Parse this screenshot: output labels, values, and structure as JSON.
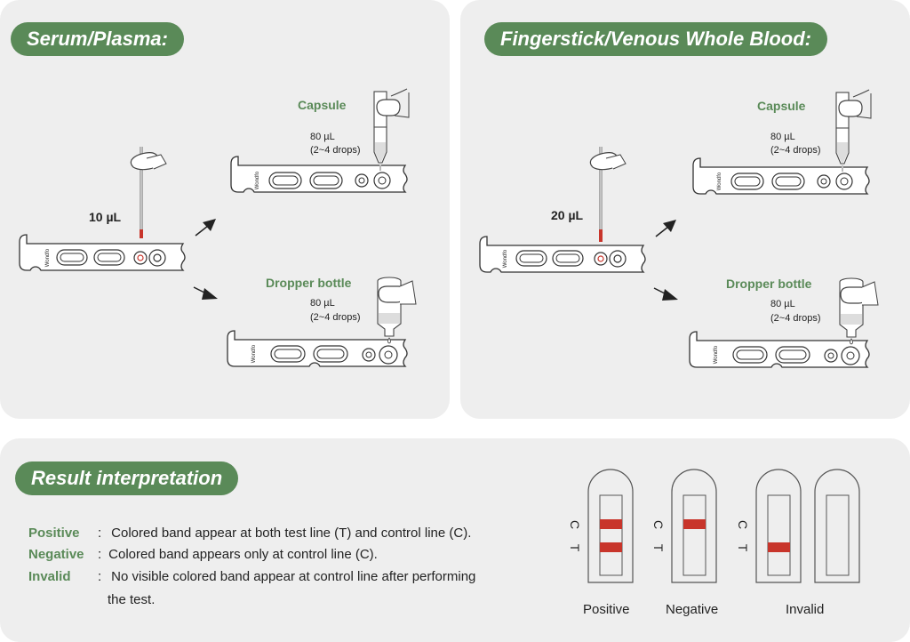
{
  "sections": {
    "serum": {
      "title": "Serum/Plasma:",
      "sample_volume": "10 µL",
      "capsule": {
        "label": "Capsule",
        "volume": "80 µL",
        "drops": "(2~4 drops)"
      },
      "dropper": {
        "label": "Dropper bottle",
        "volume": "80 µL",
        "drops": "(2~4 drops)"
      }
    },
    "blood": {
      "title": "Fingerstick/Venous Whole Blood:",
      "sample_volume": "20 µL",
      "capsule": {
        "label": "Capsule",
        "volume": "80 µL",
        "drops": "(2~4 drops)"
      },
      "dropper": {
        "label": "Dropper bottle",
        "volume": "80 µL",
        "drops": "(2~4 drops)"
      }
    }
  },
  "cassette_brand": "Wondfo",
  "result": {
    "title": "Result interpretation",
    "items": [
      {
        "term": "Positive",
        "colon": " : ",
        "text": "Colored band appear at both test line (T) and control line (C)."
      },
      {
        "term": "Negative",
        "colon": ": ",
        "text": "Colored band appears only at control line (C)."
      },
      {
        "term": "Invalid",
        "colon": "   : ",
        "text": "No visible colored band appear at control line after performing",
        "continuation": "the test."
      }
    ],
    "strips": [
      {
        "caption": "Positive",
        "c_band": true,
        "t_band": true
      },
      {
        "caption": "Negative",
        "c_band": true,
        "t_band": false
      },
      {
        "caption": "Invalid",
        "c_band": false,
        "t_band": true
      },
      {
        "caption": "",
        "c_band": false,
        "t_band": false
      }
    ],
    "line_labels": {
      "c": "C",
      "t": "T"
    }
  },
  "colors": {
    "accent_green": "#5a8a58",
    "band_red": "#c8352b",
    "panel_bg": "#eeeeee"
  }
}
